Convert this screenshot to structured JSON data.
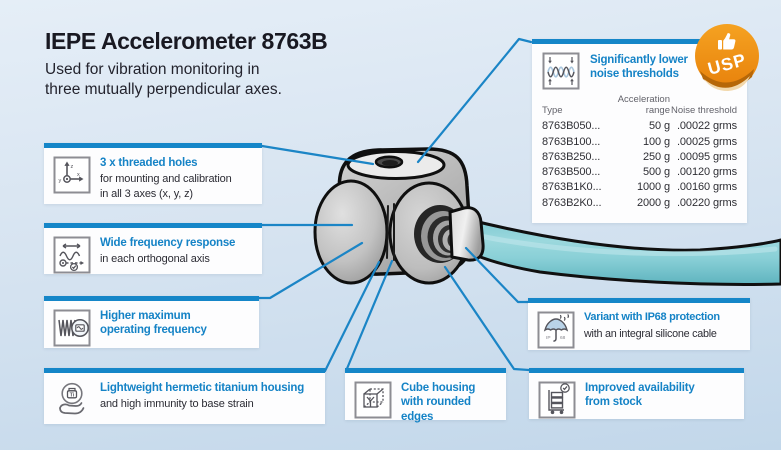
{
  "colors": {
    "accent_blue": "#1586c8",
    "heading_blue": "#1583c6",
    "title_dark": "#191922",
    "body_dark": "#2c2c34",
    "table_gray": "#63636b",
    "bg_top": "#e5eef7",
    "bg_bottom": "#c2d7ea",
    "usp_orange": "#ee8c12",
    "cable_teal": "#86ccd4",
    "device_outline": "#111111"
  },
  "header": {
    "title": "IEPE Accelerometer 8763B",
    "subtitle_line1": "Used for vibration monitoring in",
    "subtitle_line2": "three mutually perpendicular axes."
  },
  "callouts": {
    "threaded_holes": {
      "title": "3 x threaded holes",
      "desc_line1": "for mounting and calibration",
      "desc_line2": "in all 3 axes (x, y, z)",
      "icon": "xyz-axes-icon"
    },
    "frequency_response": {
      "title": "Wide frequency response",
      "desc": "in each orthogonal axis",
      "icon": "frequency-plot-icon"
    },
    "operating_frequency": {
      "title": "Higher maximum operating frequency",
      "icon": "spring-wave-icon"
    },
    "titanium_housing": {
      "title": "Lightweight hermetic titanium housing",
      "desc": "and high immunity to base strain",
      "icon": "hand-titanium-icon"
    },
    "cube_housing": {
      "title": "Cube housing with rounded edges",
      "icon": "cube-wireframe-icon"
    },
    "availability": {
      "title": "Improved availability from stock",
      "icon": "stock-cart-icon"
    },
    "ip68": {
      "title": "Variant with IP68 protection",
      "desc": "with an integral silicone cable",
      "icon": "umbrella-ip68-icon"
    }
  },
  "noise_panel": {
    "title_line1": "Significantly lower",
    "title_line2": "noise thresholds",
    "icon": "noise-waves-icon",
    "table": {
      "col_type": "Type",
      "col_range_line1": "Acceleration",
      "col_range_line2": "range",
      "col_threshold": "Noise threshold",
      "rows": [
        {
          "type": "8763B050...",
          "range": "50 g",
          "threshold": ".00022 grms"
        },
        {
          "type": "8763B100...",
          "range": "100 g",
          "threshold": ".00025 grms"
        },
        {
          "type": "8763B250...",
          "range": "250 g",
          "threshold": ".00095 grms"
        },
        {
          "type": "8763B500...",
          "range": "500 g",
          "threshold": ".00120 grms"
        },
        {
          "type": "8763B1K0...",
          "range": "1000 g",
          "threshold": ".00160 grms"
        },
        {
          "type": "8763B2K0...",
          "range": "2000 g",
          "threshold": ".00220 grms"
        }
      ]
    }
  },
  "usp": {
    "label": "USP",
    "icon": "thumbs-up-icon"
  },
  "icon_labels": {
    "axis_x": "x",
    "axis_y": "y",
    "axis_z": "z",
    "titanium": "Ti",
    "ip": "IP",
    "ip68": "68"
  }
}
